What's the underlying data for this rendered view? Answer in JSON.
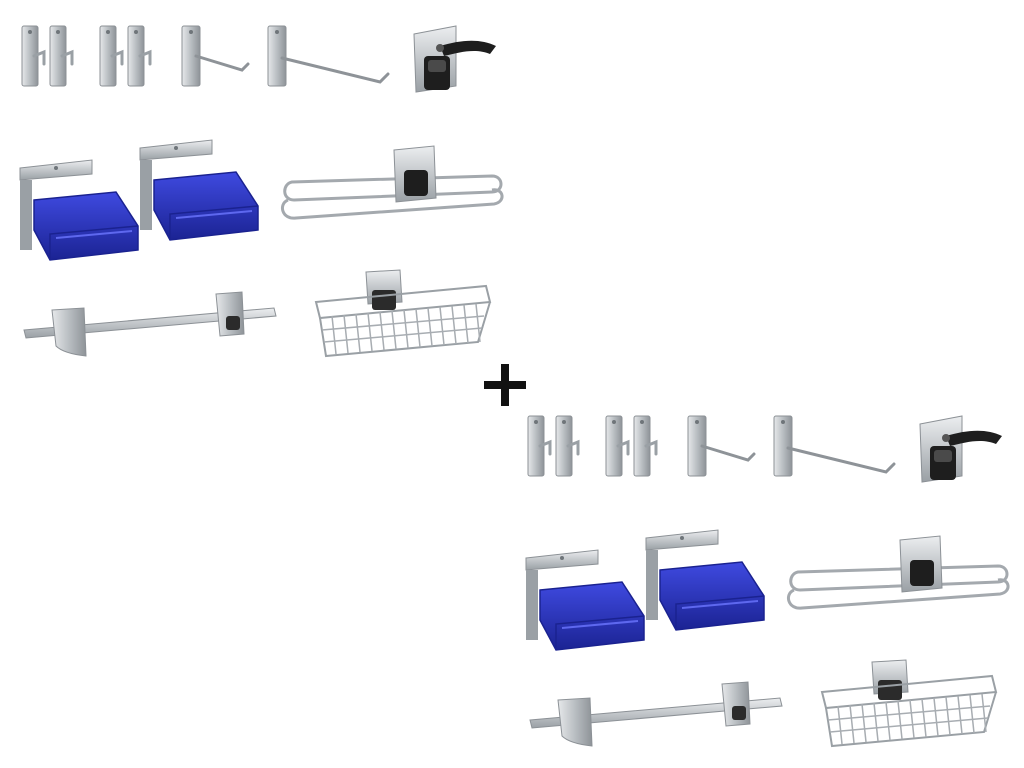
{
  "image": {
    "description_kind": "product-photo",
    "kits": [
      {
        "id": "kit-top-left"
      },
      {
        "id": "kit-bottom-right"
      }
    ],
    "colors": {
      "background": "#ffffff",
      "metal": "#bfc4c8",
      "metal_dark": "#8c9196",
      "bin_blue": "#2a35c9",
      "bin_blue_dark": "#1a2290",
      "rubber_black": "#1e1e1e",
      "plus_sign": "#111111"
    },
    "icons": [
      "plus-icon"
    ]
  }
}
